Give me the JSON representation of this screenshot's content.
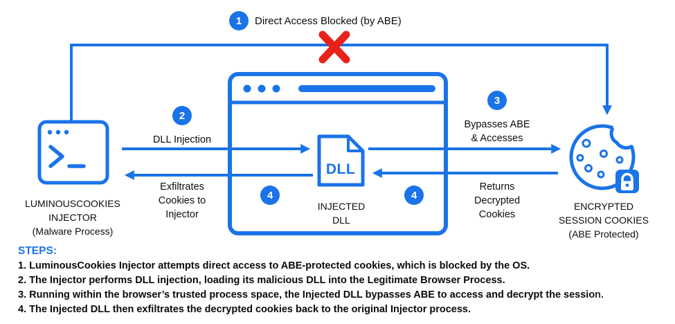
{
  "colors": {
    "blue": "#1a73e8",
    "red": "#e8221a",
    "text": "#0c0c0c",
    "background": "#ffffff"
  },
  "nodes": {
    "injector": {
      "label": "LUMINOUSCOOKIES\nINJECTOR\n(Malware Process)"
    },
    "dll": {
      "icon_text": "DLL",
      "label": "INJECTED\nDLL"
    },
    "cookies": {
      "label": "ENCRYPTED\nSESSION COOKIES\n(ABE Protected)"
    }
  },
  "annotations": {
    "step1": {
      "badge": "1",
      "label": "Direct Access Blocked (by ABE)"
    },
    "step2": {
      "badge": "2",
      "label": "DLL Injection"
    },
    "step3": {
      "badge": "3",
      "label": "Bypasses ABE\n& Accesses"
    },
    "step4_left": {
      "badge": "4",
      "label": "Exfiltrates\nCookies to\nInjector"
    },
    "step4_right": {
      "badge": "4",
      "label": "Returns\nDecrypted\nCookies"
    }
  },
  "steps": {
    "title": "STEPS:",
    "items": [
      "1. LuminousCookies Injector attempts direct access to ABE-protected cookies, which is blocked by the OS.",
      "2. The Injector performs DLL injection, loading its malicious DLL into the Legitimate Browser Process.",
      "3. Running within the browser’s trusted process space, the Injected DLL bypasses ABE to access and decrypt the session.",
      "4. The Injected DLL then exfiltrates the decrypted cookies back to the original Injector process."
    ]
  }
}
